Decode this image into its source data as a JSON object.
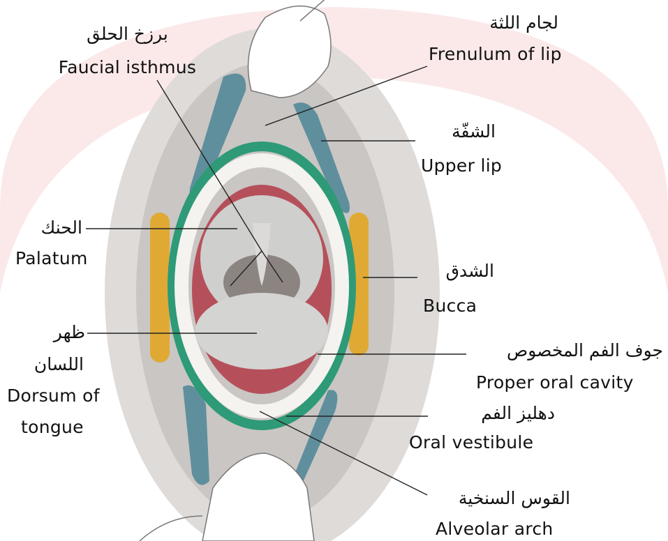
{
  "colors": {
    "background_arc": "#fbe7e7",
    "skin": "#d9d6d4",
    "lip_blue": "#5f8f9c",
    "buccal_orange": "#e0a934",
    "vestibule_green": "#2e9a77",
    "cavity_red": "#b5505a",
    "palate": "#cfcfcd",
    "tongue": "#d4d4d2",
    "leader_line": "#222222"
  },
  "labels": {
    "faucial_isthmus": {
      "ar": "برزخ الحلق",
      "en": "Faucial isthmus"
    },
    "frenulum": {
      "ar": "لجام اللثة",
      "en": "Frenulum of lip"
    },
    "upper_lip": {
      "ar": "الشفّة",
      "en": "Upper lip"
    },
    "palatum": {
      "ar": "الحنك",
      "en": "Palatum"
    },
    "bucca": {
      "ar": "الشدق",
      "en": "Bucca"
    },
    "dorsum": {
      "ar1": "ظهر",
      "ar2": "اللسان",
      "en1": "Dorsum of",
      "en2": "tongue"
    },
    "proper_cavity": {
      "ar": "جوف الفم المخصوص",
      "en": "Proper oral cavity"
    },
    "vestibule": {
      "ar": "دهليز الفم",
      "en": "Oral vestibule"
    },
    "alveolar": {
      "ar": "القوس السنخية",
      "en": "Alveolar arch"
    }
  }
}
